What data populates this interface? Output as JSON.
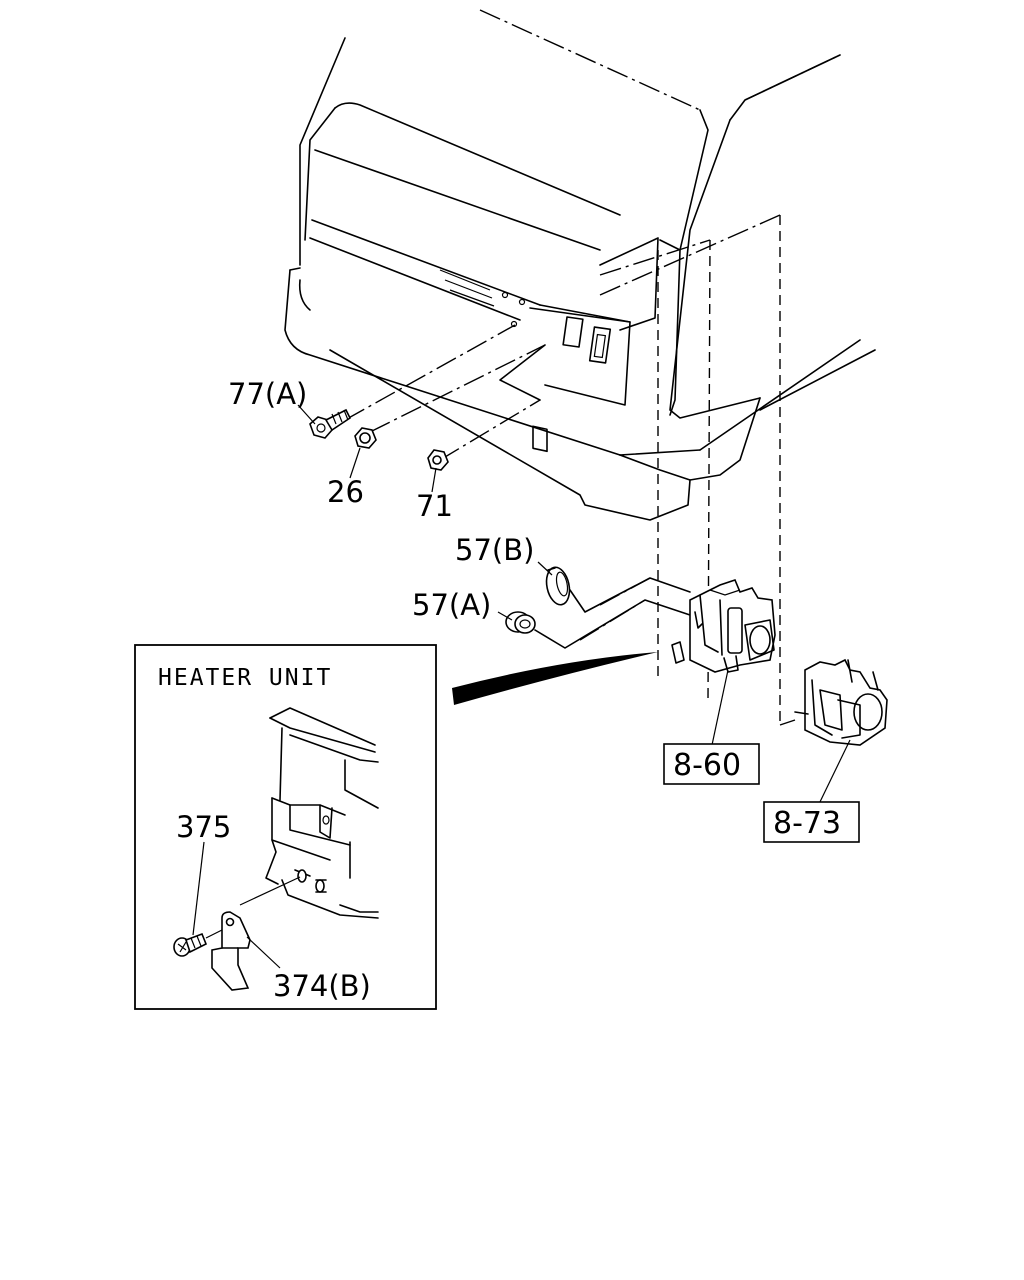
{
  "inset": {
    "title": "HEATER UNIT"
  },
  "callouts": {
    "bolt_77a": "77(A)",
    "nut_26": "26",
    "nut_71": "71",
    "grommet_57b": "57(B)",
    "grommet_57a": "57(A)",
    "screw_375": "375",
    "bracket_374b": "374(B)"
  },
  "references": {
    "ref_8_60": "8-60",
    "ref_8_73": "8-73"
  }
}
